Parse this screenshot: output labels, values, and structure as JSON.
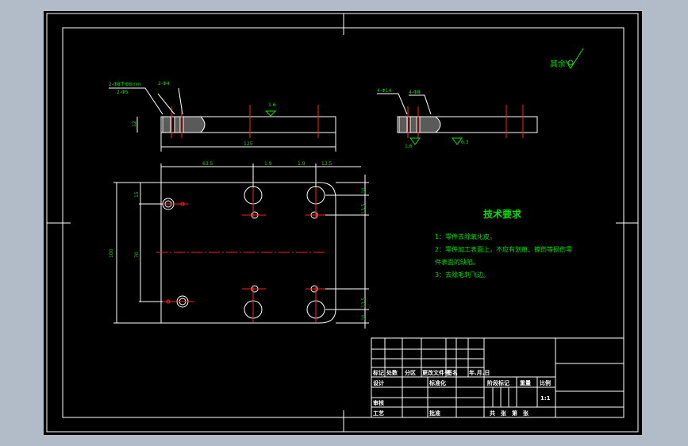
{
  "surface_roughness_note": "其余",
  "tech_requirements": {
    "title": "技术要求",
    "items": [
      "1：零件去除氧化皮。",
      "2：零件加工表面上，不应有划痕、擦伤等损伤零",
      "件表面的缺陷。",
      "3：去除毛刺飞边。"
    ]
  },
  "dimensions": {
    "front_left_callout_1": "2-Φ8下Φ8mm",
    "front_left_callout_2": "2-Φ5",
    "front_left_callout_3": "2-Φ4",
    "front_thickness": "12",
    "front_length": "125",
    "front_roughness": "1.6",
    "side_callout_1": "4-Φ14",
    "side_callout_2": "4-Φ8",
    "side_roughness_1": "1.6",
    "side_roughness_2": "6.3",
    "plan_top_1": "63.5",
    "plan_top_2": "1.9",
    "plan_top_3": "1.9",
    "plan_top_4": "13.5",
    "plan_left_1": "15",
    "plan_left_2": "70",
    "plan_left_total": "100",
    "plan_right_1": "10",
    "plan_right_2": "13.5",
    "plan_right_3": "13.5",
    "plan_right_4": "10"
  },
  "title_block": {
    "labels": [
      "标记",
      "处数",
      "分区",
      "更改文件号",
      "签名",
      "年.月.日"
    ],
    "design": "设计",
    "standardization": "标准化",
    "review": "审核",
    "process": "工艺",
    "approve": "批准",
    "stage_mark": "阶段标记",
    "weight": "重量",
    "scale_label": "比例",
    "scale_value": "1:1",
    "sheets": "共　张　第　张"
  }
}
